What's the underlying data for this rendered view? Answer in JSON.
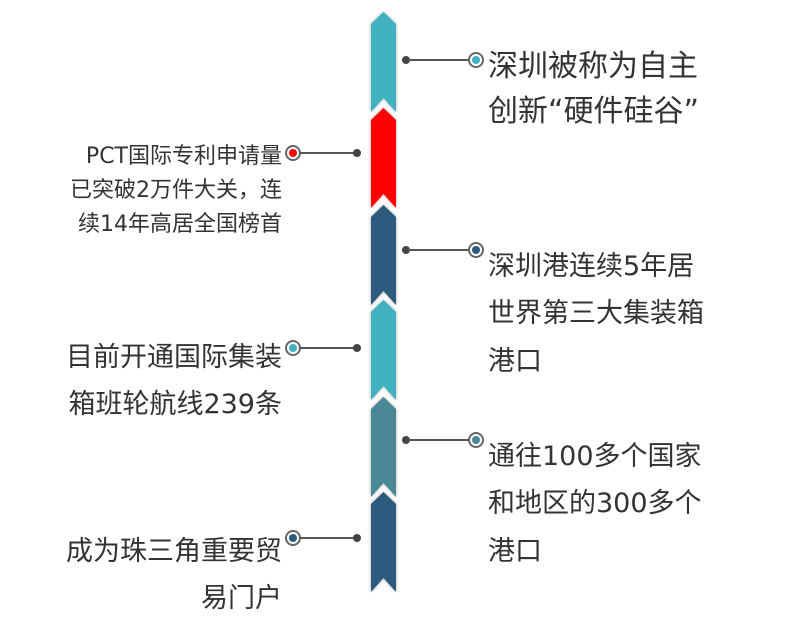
{
  "colors": {
    "teal": "#3fb1bf",
    "red": "#ff0000",
    "navy": "#2d5b7d",
    "steel": "#4a8797"
  },
  "items": [
    {
      "side": "right",
      "color": "#3fb1bf",
      "lines": [
        "深圳被称为自主",
        "创新“硬件硅谷”"
      ]
    },
    {
      "side": "left",
      "color": "#ff0000",
      "lines": [
        "PCT国际专利申请量",
        "已突破2万件大关，连",
        "续14年高居全国榜首"
      ]
    },
    {
      "side": "right",
      "color": "#2d5b7d",
      "lines": [
        "深圳港连续5年居",
        "世界第三大集装箱",
        "港口"
      ]
    },
    {
      "side": "left",
      "color": "#3fb1bf",
      "lines": [
        "目前开通国际集装",
        "箱班轮航线239条"
      ]
    },
    {
      "side": "right",
      "color": "#4a8797",
      "lines": [
        "通往100多个国家",
        "和地区的300多个",
        "港口"
      ]
    },
    {
      "side": "left",
      "color": "#2d5b7d",
      "lines": [
        "成为珠三角重要贸",
        "易门户"
      ]
    }
  ]
}
